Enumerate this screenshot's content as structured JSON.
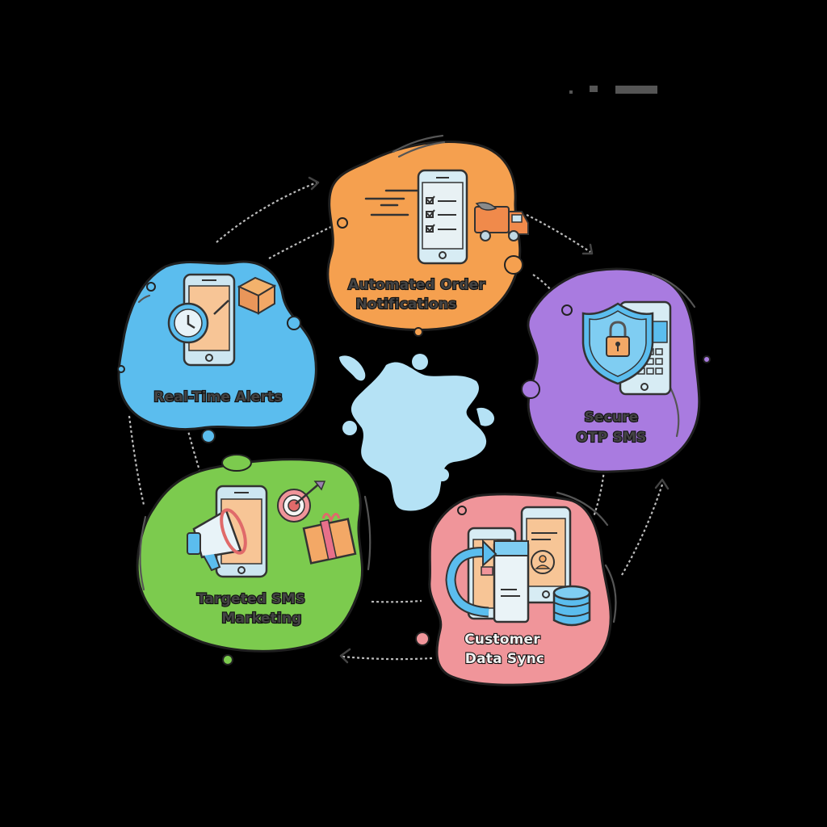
{
  "diagram": {
    "type": "cycle",
    "center_element": "paint-splash",
    "nodes": [
      {
        "id": "order",
        "label_lines": [
          "Automated Order",
          "Notifications"
        ],
        "color": "#F5A04F",
        "icons": [
          "smartphone-checklist-icon",
          "delivery-truck-icon",
          "speed-lines-icon"
        ]
      },
      {
        "id": "otp",
        "label_lines": [
          "Secure",
          "OTP SMS"
        ],
        "color": "#A97BE0",
        "icons": [
          "shield-lock-icon",
          "smartphone-keypad-icon"
        ]
      },
      {
        "id": "sync",
        "label_lines": [
          "Customer",
          "Data Sync"
        ],
        "color": "#F0959A",
        "icons": [
          "sync-arrow-icon",
          "smartphones-icon",
          "user-profile-icon",
          "database-icon"
        ]
      },
      {
        "id": "marketing",
        "label_lines": [
          "Targeted SMS",
          "Marketing"
        ],
        "color": "#7CCB4E",
        "icons": [
          "megaphone-icon",
          "smartphone-icon",
          "target-dart-icon",
          "gift-box-icon"
        ]
      },
      {
        "id": "alerts",
        "label_lines": [
          "Real-Time Alerts"
        ],
        "color": "#5BBDEE",
        "icons": [
          "clock-icon",
          "smartphone-icon",
          "package-box-icon"
        ]
      }
    ],
    "flow": [
      {
        "from": "alerts",
        "to": "order"
      },
      {
        "from": "order",
        "to": "otp"
      },
      {
        "from": "sync",
        "to": "otp"
      },
      {
        "from": "sync",
        "to": "marketing"
      },
      {
        "from": "marketing",
        "to": "alerts"
      }
    ],
    "colors": {
      "background": "#000000",
      "center_splash": "#B5E2F5",
      "outline": "#1f1f1f",
      "connector": "#bbbbbb"
    }
  }
}
